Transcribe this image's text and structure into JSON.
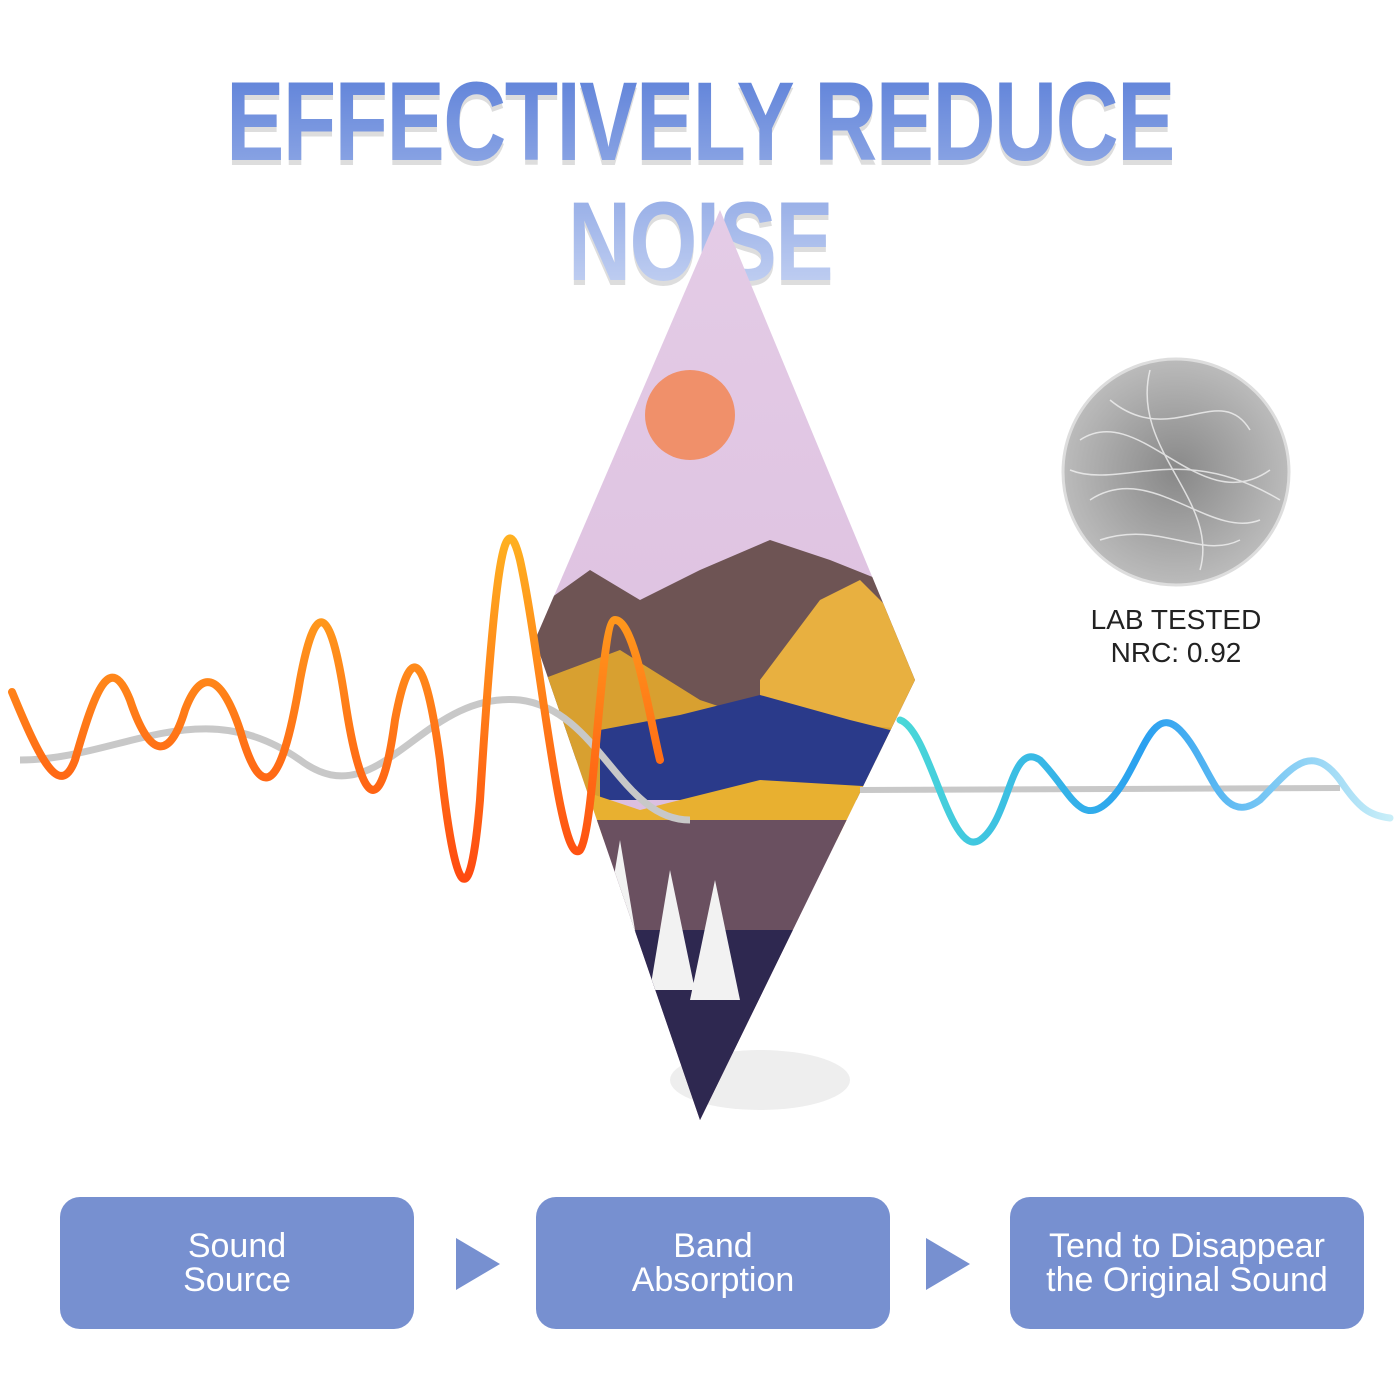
{
  "title": "EFFECTIVELY REDUCE NOISE",
  "badge": {
    "line1": "LAB TESTED",
    "line2": "NRC: 0.92"
  },
  "steps": [
    {
      "line1": "Sound",
      "line2": "Source"
    },
    {
      "line1": "Band",
      "line2": "Absorption"
    },
    {
      "line1": "Tend to Disappear",
      "line2": "the Original Sound"
    }
  ],
  "colors": {
    "box": "#7790d0",
    "wave_in": "#ff7a10",
    "wave_out": "#3aa8f0"
  }
}
